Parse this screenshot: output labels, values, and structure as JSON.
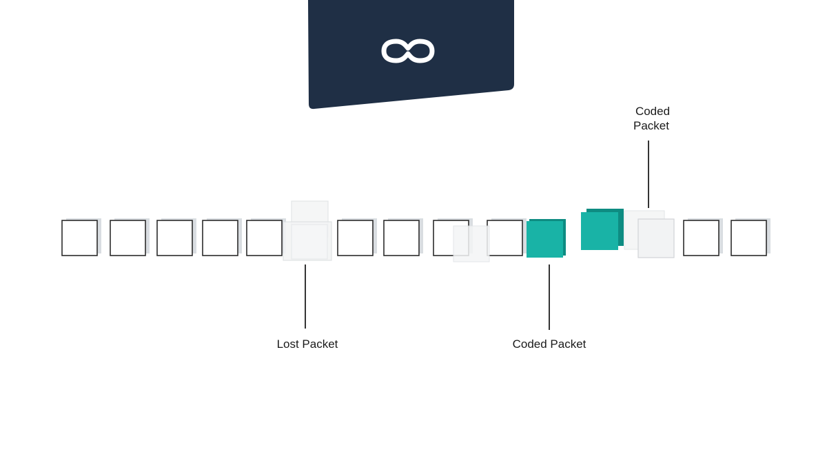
{
  "colors": {
    "background": "#ffffff",
    "banner": "#1f2f45",
    "banner_icon": "#ffffff",
    "packet_stroke": "#2b2b2b",
    "packet_fill": "#ffffff",
    "packet_shadow": "#d9dde1",
    "ghost_fill": "#f3f4f5",
    "ghost_stroke": "#dcdfe2",
    "coded": "#19b3a6",
    "coded_dark": "#0e8c82",
    "line": "#333333"
  },
  "banner": {
    "icon": "infinity-loop-icon"
  },
  "labels": {
    "lost_packet": "Lost Packet",
    "coded_packet_bottom": "Coded Packet",
    "coded_packet_top_line1": "Coded",
    "coded_packet_top_line2": "Packet"
  },
  "packets": [
    {
      "state": "normal"
    },
    {
      "state": "normal"
    },
    {
      "state": "normal"
    },
    {
      "state": "normal"
    },
    {
      "state": "normal"
    },
    {
      "state": "lost"
    },
    {
      "state": "normal"
    },
    {
      "state": "normal"
    },
    {
      "state": "normal"
    },
    {
      "state": "normal"
    },
    {
      "state": "coded"
    },
    {
      "state": "coded-raised"
    },
    {
      "state": "ghost"
    },
    {
      "state": "normal"
    },
    {
      "state": "normal"
    }
  ]
}
